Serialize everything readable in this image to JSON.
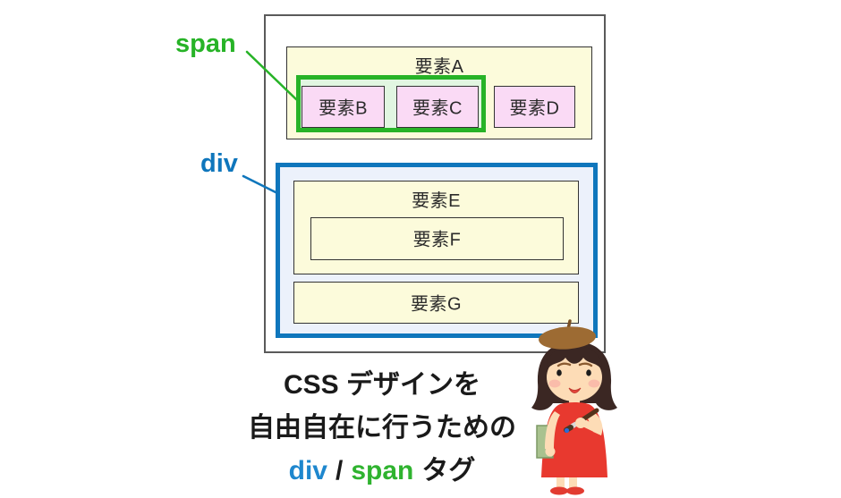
{
  "diagram": {
    "span_label": "span",
    "div_label": "div",
    "elements": {
      "a": "要素A",
      "b": "要素B",
      "c": "要素C",
      "d": "要素D",
      "e": "要素E",
      "f": "要素F",
      "g": "要素G"
    }
  },
  "caption": {
    "line1": "CSS デザインを",
    "line2": "自由自在に行うための",
    "line3": {
      "div": "div",
      "separator": "/",
      "span": "span",
      "suffix": "タグ"
    }
  },
  "colors": {
    "outer_border": "#5a5a5a",
    "inner_border": "#333333",
    "yellow_fill": "#fcfbdb",
    "pink_fill": "#fadaf5",
    "green_fill": "#e1f6e1",
    "green_accent": "#27b327",
    "blue_fill": "#ecf1fb",
    "blue_accent": "#0f76bc",
    "caption_div_blue": "#1e87ce",
    "caption_span_green": "#2fb32f",
    "text_dark": "#1a1a1a"
  },
  "illustration": {
    "name": "artist-girl",
    "description": "girl with beret holding paintbrush and sketchbook"
  }
}
